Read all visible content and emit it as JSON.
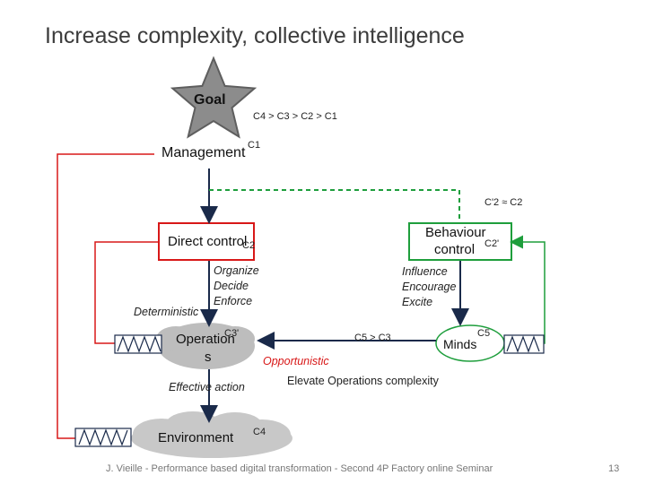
{
  "title": "Increase complexity, collective intelligence",
  "goal": {
    "label": "Goal",
    "order": "C4 > C3 > C2 > C1"
  },
  "management": {
    "label": "Management",
    "tag": "C1"
  },
  "link_c2": "C'2 ≈ C2",
  "direct_control": {
    "label": "Direct control",
    "tag": "C2"
  },
  "behaviour_control": {
    "line1": "Behaviour",
    "line2": "control",
    "tag": "C2'"
  },
  "deterministic": {
    "label": "Deterministic",
    "verbs": [
      "Organize",
      "Decide",
      "Enforce"
    ]
  },
  "influence": {
    "verbs": [
      "Influence",
      "Encourage",
      "Excite"
    ]
  },
  "operations": {
    "line1": "Operation",
    "line2": "s",
    "tag": "C3'"
  },
  "c5_c3": "C5 > C3",
  "minds": {
    "label": "Minds",
    "tag": "C5"
  },
  "opportunistic": "Opportunistic",
  "elevate": "Elevate Operations complexity",
  "effective_action": "Effective action",
  "environment": {
    "label": "Environment",
    "tag": "C4"
  },
  "footer": "J. Vieille - Performance based digital transformation - Second 4P Factory online Seminar",
  "page_number": "13",
  "colors": {
    "red": "#d81818",
    "green": "#1e9e3c",
    "navy": "#1a2a4a",
    "gray": "#a6a6a6"
  }
}
